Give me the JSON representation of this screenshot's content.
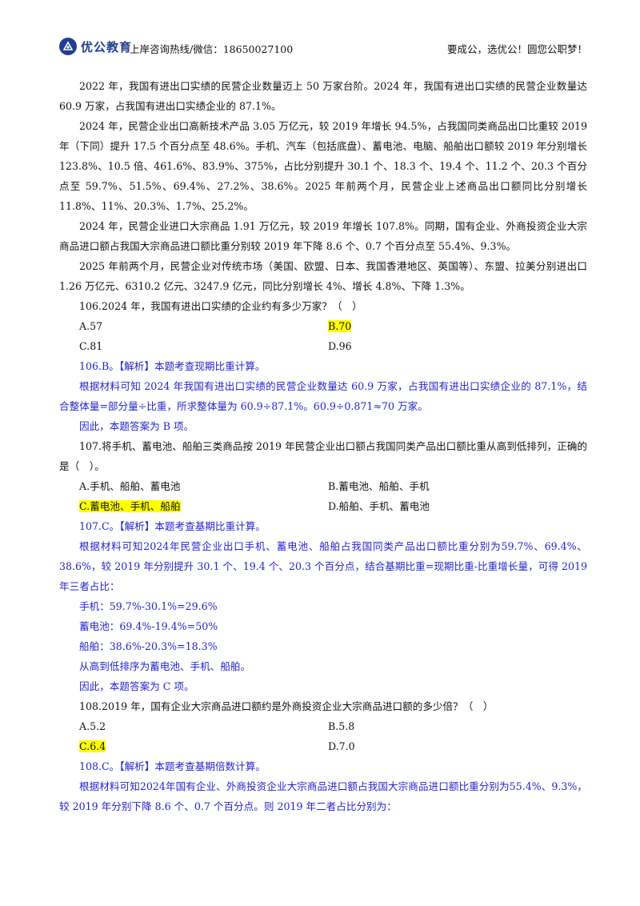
{
  "header": {
    "logo_text": "优公教育",
    "hotline": "上岸咨询热线/微信：18650027100",
    "slogan": "要成公，选优公！圆您公职梦！"
  },
  "material": [
    "2022 年，我国有进出口实绩的民营企业数量迈上 50 万家台阶。2024 年，我国有进出口实绩的民营企业数量达 60.9 万家，占我国有进出口实绩企业的 87.1%。",
    "2024 年，民营企业出口高新技术产品 3.05 万亿元，较 2019 年增长 94.5%，占我国同类商品出口比重较 2019 年（下同）提升 17.5 个百分点至 48.6%。手机、汽车（包括底盘）、蓄电池、电脑、船舶出口额较 2019 年分别增长 123.8%、10.5 倍、461.6%、83.9%、375%，占比分别提升 30.1 个、18.3 个、19.4 个、11.2 个、20.3 个百分点至 59.7%、51.5%、69.4%、27.2%、38.6%。2025 年前两个月，民营企业上述商品出口额同比分别增长 11.8%、11%、20.3%、1.7%、25.2%。",
    "2024 年，民营企业进口大宗商品 1.91 万亿元，较 2019 年增长 107.8%。同期，国有企业、外商投资企业大宗商品进口额占我国大宗商品进口额比重分别较 2019 年下降 8.6 个、0.7 个百分点至 55.4%、9.3%。",
    "2025 年前两个月，民营企业对传统市场（美国、欧盟、日本、我国香港地区、英国等）、东盟、拉美分别进出口 1.26 万亿元、6310.2 亿元、3247.9 亿元，同比分别增长 4%、增长 4.8%、下降 1.3%。"
  ],
  "q106": {
    "stem": "106.2024 年，我国有进出口实绩的企业约有多少万家？（　）",
    "options": [
      "A.57",
      "B.70",
      "C.81",
      "D.96"
    ],
    "answer_line": "106.B。【解析】本题考查现期比重计算。",
    "analysis": [
      "根据材料可知 2024 年我国有进出口实绩的民营企业数量达 60.9 万家，占我国有进出口实绩企业的 87.1%，结合整体量=部分量÷比重，所求整体量为 60.9÷87.1%。60.9÷0.871≈70 万家。",
      "因此，本题答案为 B 项。"
    ]
  },
  "q107": {
    "stem": "107.将手机、蓄电池、船舶三类商品按 2019 年民营企业出口额占我国同类产品出口额比重从高到低排列，正确的是（　）。",
    "options": [
      "A.手机、船舶、蓄电池",
      "B.蓄电池、船舶、手机",
      "C.蓄电池、手机、船舶",
      "D.船舶、手机、蓄电池"
    ],
    "answer_line": "107.C。【解析】本题考查基期比重计算。",
    "analysis": [
      "根据材料可知2024年民营企业出口手机、蓄电池、船舶占我国同类产品出口额比重分别为59.7%、69.4%、38.6%，较 2019 年分别提升 30.1 个、19.4 个、20.3 个百分点，结合基期比重=现期比重-比重增长量，可得 2019 年三者占比：",
      "手机：59.7%-30.1%=29.6%",
      "蓄电池：69.4%-19.4%=50%",
      "船舶：38.6%-20.3%=18.3%",
      "从高到低排序为蓄电池、手机、船舶。",
      "因此，本题答案为 C 项。"
    ]
  },
  "q108": {
    "stem": "108.2019 年，国有企业大宗商品进口额约是外商投资企业大宗商品进口额的多少倍？（　）",
    "options": [
      "A.5.2",
      "B.5.8",
      "C.6.4",
      "D.7.0"
    ],
    "answer_line": "108.C。【解析】本题考查基期倍数计算。",
    "analysis": [
      "根据材料可知2024年国有企业、外商投资企业大宗商品进口额占我国大宗商品进口额比重分别为55.4%、9.3%，较 2019 年分别下降 8.6 个、0.7 个百分点。则 2019 年二者占比分别为："
    ]
  },
  "colors": {
    "brand": "#1f3f93",
    "analysis": "#2424d0",
    "highlight": "#ffff00"
  }
}
